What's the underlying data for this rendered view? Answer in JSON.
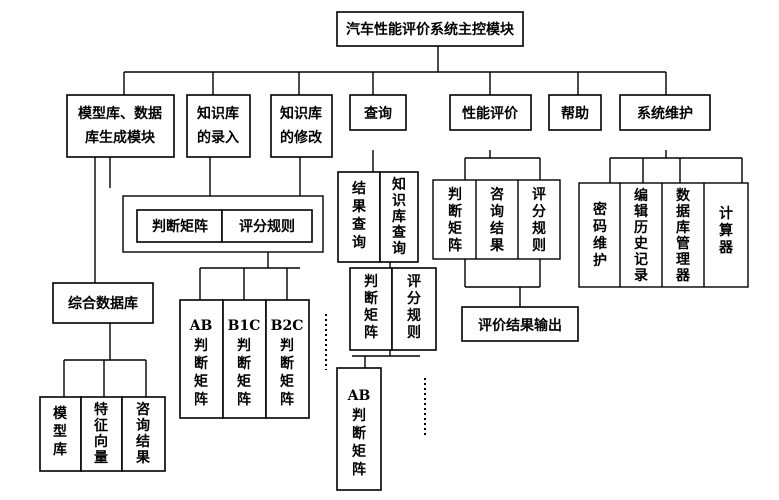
{
  "root": "汽车性能评价系统主控模块",
  "modules": {
    "model_db": [
      "模型库、数据",
      "库生成模块"
    ],
    "kb_entry": [
      "知识库",
      "的录入"
    ],
    "kb_modify": [
      "知识库",
      "的修改"
    ],
    "query": "查询",
    "perf_eval": "性能评价",
    "help": "帮助",
    "sys_maint": "系统维护"
  },
  "kb_sub": {
    "judge_matrix": "判断矩阵",
    "scoring_rules": "评分规则"
  },
  "kb_matrices": {
    "ab": [
      "AB",
      "判",
      "断",
      "矩",
      "阵"
    ],
    "b1c": [
      "B1C",
      "判",
      "断",
      "矩",
      "阵"
    ],
    "b2c": [
      "B2C",
      "判",
      "断",
      "矩",
      "阵"
    ]
  },
  "integrated_db": "综合数据库",
  "integrated_db_sub": {
    "model_db": [
      "模",
      "型",
      "库"
    ],
    "feature_vec": [
      "特",
      "征",
      "向",
      "量"
    ],
    "query_result": [
      "咨",
      "询",
      "结",
      "果"
    ]
  },
  "query_sub": {
    "result_query": [
      "结",
      "果",
      "查",
      "询"
    ],
    "kb_query": [
      "知",
      "识",
      "库",
      "查",
      "询"
    ]
  },
  "kb_query_sub": {
    "judge_matrix": [
      "判",
      "断",
      "矩",
      "阵"
    ],
    "scoring_rules": [
      "评",
      "分",
      "规",
      "则"
    ]
  },
  "kb_query_ab": [
    "AB",
    "判",
    "断",
    "矩",
    "阵"
  ],
  "perf_sub": {
    "judge_matrix": [
      "判",
      "断",
      "矩",
      "阵"
    ],
    "consult_result": [
      "咨",
      "询",
      "结",
      "果"
    ],
    "scoring_rules": [
      "评",
      "分",
      "规",
      "则"
    ]
  },
  "eval_output": "评价结果输出",
  "maint_sub": {
    "password": [
      "密",
      "码",
      "维",
      "护"
    ],
    "edit_history": [
      "编",
      "辑",
      "历",
      "史",
      "记",
      "录"
    ],
    "db_manager": [
      "数",
      "据",
      "库",
      "管",
      "理",
      "器"
    ],
    "calculator": [
      "计",
      "算",
      "器"
    ]
  }
}
